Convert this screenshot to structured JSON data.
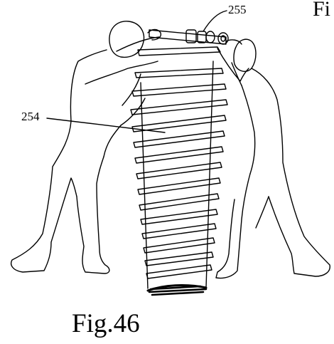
{
  "figure": {
    "caption": "Fig.46",
    "corner_text": "Fi",
    "reference_numerals": {
      "top_rod": "255",
      "screw_body": "254"
    }
  },
  "colors": {
    "ink": "#000000",
    "background": "#ffffff"
  }
}
